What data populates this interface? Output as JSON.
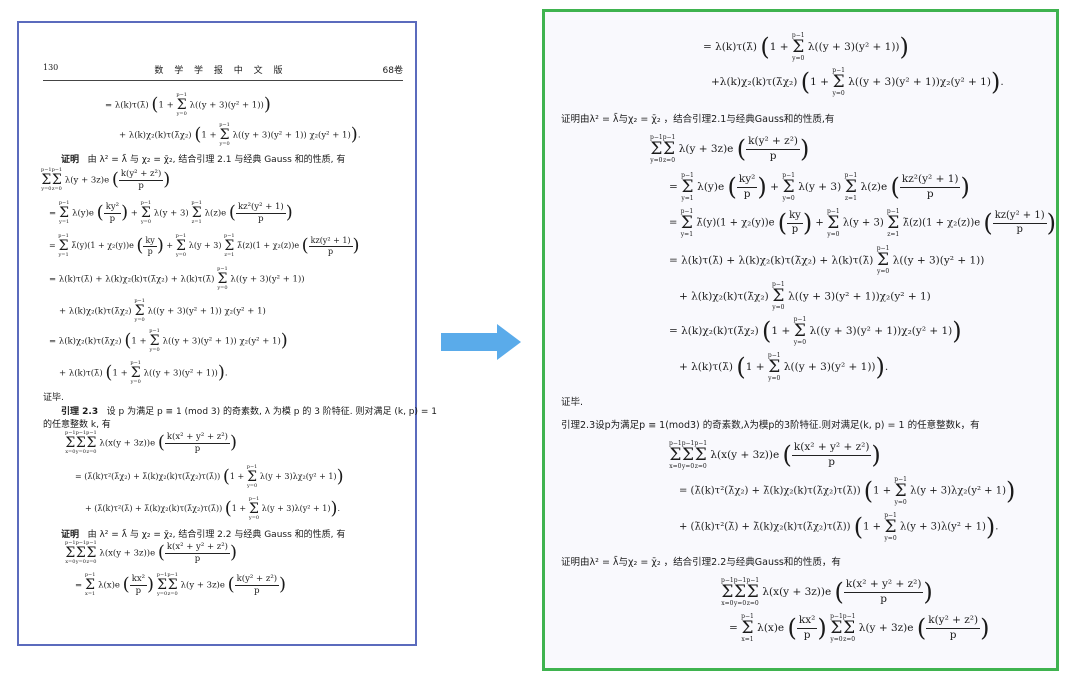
{
  "left_page": {
    "header": {
      "page_number": "130",
      "journal": "数 学 学 报 中 文 版",
      "volume": "68卷"
    },
    "equations": [
      "= λ(k)τ(λ̄) ( 1 + Σ_{y=0}^{p−1} λ((y+3)(y²+1)) )",
      "+ λ(k)χ₂(k)τ(λ̄χ₂) ( 1 + Σ_{y=0}^{p−1} λ((y+3)(y²+1)) χ₂(y²+1) ).",
      "Σ_{y=0}^{p−1} Σ_{z=0}^{p−1} λ(y+3z) e( k(y²+z²) / p )",
      "= Σ_{y=1}^{p−1} λ(y) e( ky²/p ) + Σ_{y=0}^{p−1} λ(y+3) Σ_{z=1}^{p−1} λ(z) e( kz²(y²+1)/p )",
      "= Σ_{y=1}^{p−1} λ̄(y)(1+χ₂(y)) e( ky/p ) + Σ_{y=0}^{p−1} λ(y+3) Σ_{z=1}^{p−1} λ̄(z)(1+χ₂(z)) e( kz(y²+1)/p )",
      "= λ(k)τ(λ̄) + λ(k)χ₂(k)τ(λ̄χ₂) + λ(k)τ(λ̄) Σ_{y=0}^{p−1} λ((y+3)(y²+1))",
      "+ λ(k)χ₂(k)τ(λ̄χ₂) Σ_{y=0}^{p−1} λ((y+3)(y²+1)) χ₂(y²+1)",
      "= λ(k)χ₂(k)τ(λ̄χ₂) ( 1 + Σ_{y=0}^{p−1} λ((y+3)(y²+1)) χ₂(y²+1) )",
      "+ λ(k)τ(λ̄) ( 1 + Σ_{y=0}^{p−1} λ((y+3)(y²+1)) ).",
      "Σ_{x=0}^{p−1} Σ_{y=0}^{p−1} Σ_{z=0}^{p−1} λ(x(y+3z)) e( k(x²+y²+z²)/p )",
      "= (λ̄(k)τ²(λ̄χ₂) + λ̄(k)χ₂(k)τ(λ̄χ₂)τ(λ̄)) ( 1 + Σ_{y=0}^{p−1} λ(y+3)λχ₂(y²+1) )",
      "+ (λ̄(k)τ²(λ̄) + λ̄(k)χ₂(k)τ(λ̄χ₂)τ(λ̄)) ( 1 + Σ_{y=0}^{p−1} λ(y+3)λ(y²+1) ).",
      "Σ_{x=0}^{p−1} Σ_{y=0}^{p−1} Σ_{z=0}^{p−1} λ(x(y+3z)) e( k(x²+y²+z²)/p )",
      "= Σ_{x=1}^{p−1} λ(x) e( kx²/p ) Σ_{y=0}^{p−1} Σ_{z=0}^{p−1} λ(y+3z) e( k(y²+z²)/p )"
    ],
    "proof1_label": "证明",
    "proof1_text": "由 λ² = λ̄ 与 χ₂ = χ̄₂, 结合引理 2.1 与经典 Gauss 和的性质, 有",
    "qed": "证毕.",
    "lemma_label": "引理 2.3",
    "lemma_text_1": "设 p 为满足 p ≡ 1 (mod 3) 的奇素数, λ 为模 p 的 3 阶特征. 则对满足 (k, p) = 1",
    "lemma_text_2": "的任意整数 k, 有",
    "proof2_label": "证明",
    "proof2_text": "由 λ² = λ̄ 与 χ₂ = χ̄₂, 结合引理 2.2 与经典 Gauss 和的性质, 有"
  },
  "right_page": {
    "equations": [
      "= λ(k)τ(λ̄) ( 1 + Σ_{y=0}^{p−1} λ((y+3)(y²+1)) )",
      "+λ(k)χ₂(k)τ(λ̄χ₂) ( 1 + Σ_{y=0}^{p−1} λ((y+3)(y²+1))χ₂(y²+1) ).",
      "Σ_{y=0}^{p−1} Σ_{z=0}^{p−1} λ(y+3z) e( k(y²+z²)/p )",
      "= Σ_{y=1}^{p−1} λ(y) e( ky²/p ) + Σ_{y=0}^{p−1} λ(y+3) Σ_{z=1}^{p−1} λ(z) e( kz²(y²+1)/p )",
      "= Σ_{y=1}^{p−1} λ̄(y)(1+χ₂(y)) e( ky/p ) + Σ_{y=0}^{p−1} λ(y+3) Σ_{z=1}^{p−1} λ̄(z)(1+χ₂(z)) e( kz(y²+1)/p )",
      "= λ(k)τ(λ̄) + λ(k)χ₂(k)τ(λ̄χ₂) + λ(k)τ(λ̄) Σ_{y=0}^{p−1} λ((y+3)(y²+1))",
      "+ λ(k)χ₂(k)τ(λ̄χ₂) Σ_{y=0}^{p−1} λ((y+3)(y²+1))χ₂(y²+1)",
      "= λ(k)χ₂(k)τ(λ̄χ₂) ( 1 + Σ_{y=0}^{p−1} λ((y+3)(y²+1))χ₂(y²+1) )",
      "+ λ(k)τ(λ̄) ( 1 + Σ_{y=0}^{p−1} λ((y+3)(y²+1)) ).",
      "Σ_{x=0}^{p−1} Σ_{y=0}^{p−1} Σ_{z=0}^{p−1} λ(x(y+3z)) e( k(x²+y²+z²)/p )",
      "= (λ̄(k)τ²(λ̄χ₂) + λ̄(k)χ₂(k)τ(λ̄χ₂)τ(λ̄)) ( 1 + Σ_{y=0}^{p−1} λ(y+3)λχ₂(y²+1) )",
      "+ (λ̄(k)τ²(λ̄) + λ̄(k)χ₂(k)τ(λ̄χ₂)τ(λ̄)) ( 1 + Σ_{y=0}^{p−1} λ(y+3)λ(y²+1) ).",
      "Σ_{x=0}^{p−1} Σ_{y=0}^{p−1} Σ_{z=0}^{p−1} λ(x(y+3z)) e( k(x²+y²+z²)/p )",
      "= Σ_{x=1}^{p−1} λ(x) e( kx²/p ) Σ_{y=0}^{p−1} Σ_{z=0}^{p−1} λ(y+3z) e( k(y²+z²)/p )"
    ],
    "proof1_text": "证明由λ² = λ̄与χ₂ = χ̄₂ ，结合引理2.1与经典Gauss和的性质,有",
    "qed": "证毕.",
    "lemma_text": "引理2.3设p为满足p ≡ 1(mod3) 的奇素数,λ为模p的3阶特征.则对满足(k, p) = 1 的任意整数k，有",
    "proof2_text": "证明由λ² = λ̄与χ₂ = χ̄₂ ，结合引理2.2与经典Gauss和的性质，有"
  },
  "arrow": {
    "color": "#5aabea"
  },
  "colors": {
    "left_border": "#5b6bbd",
    "right_border": "#3fb34f"
  }
}
